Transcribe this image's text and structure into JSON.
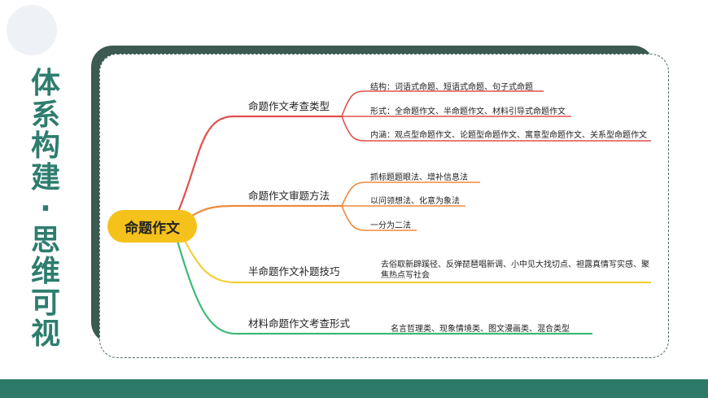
{
  "side_title": [
    "体",
    "系",
    "构",
    "建",
    "·",
    "思",
    "维",
    "可",
    "视"
  ],
  "mindmap": {
    "root": "命题作文",
    "branches": [
      {
        "label": "命题作文考查类型",
        "color": "#e0504c",
        "leaves": [
          "结构：词语式命题、短语式命题、句子式命题",
          "形式：全命题作文、半命题作文、材料引导式命题作文",
          "内涵：观点型命题作文、论题型命题作文、寓意型命题作文、关系型命题作文"
        ]
      },
      {
        "label": "命题作文审题方法",
        "color": "#ef8a3c",
        "leaves": [
          "抓标题题眼法、增补信息法",
          "以问领想法、化意为象法",
          "一分为二法"
        ]
      },
      {
        "label": "半命题作文补题技巧",
        "color": "#f2cf3a",
        "leaves": [
          "去俗取新辟蹊径、反弹琵琶唱新调、小中见大找切点、袒露真情写实感、聚焦热点写社会"
        ]
      },
      {
        "label": "材料命题作文考查形式",
        "color": "#3fba7a",
        "leaves": [
          "名言哲理类、现象情境类、图文漫画类、混合类型"
        ]
      }
    ]
  },
  "colors": {
    "title_green": "#2e7d6e",
    "root_yellow": "#f5c21b",
    "bottom_bar": "#2e7a68"
  }
}
